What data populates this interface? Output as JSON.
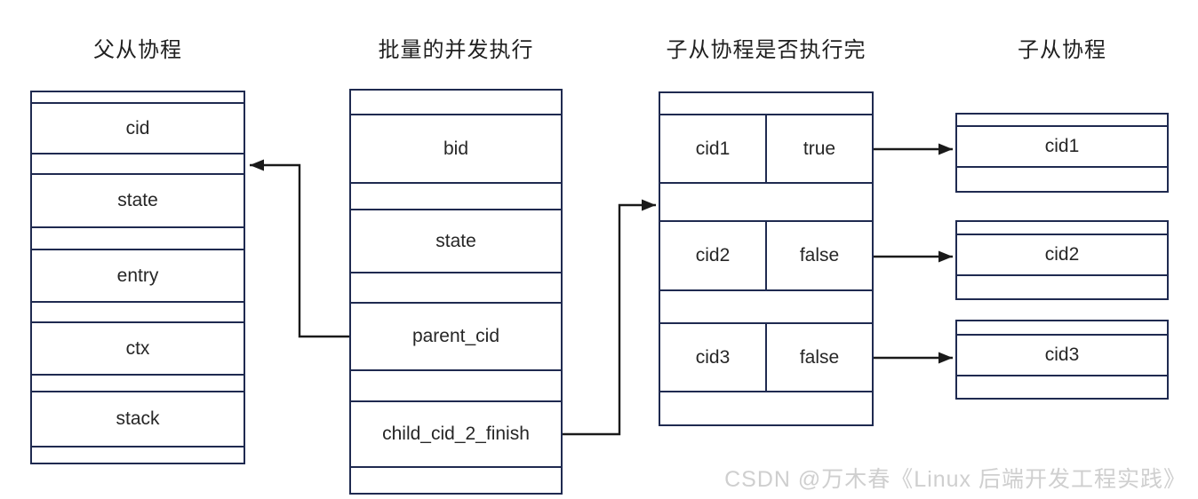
{
  "parent_table": {
    "title": "父从协程",
    "fields": [
      "cid",
      "state",
      "entry",
      "ctx",
      "stack"
    ]
  },
  "batch_table": {
    "title": "批量的并发执行",
    "fields": [
      "bid",
      "state",
      "parent_cid",
      "child_cid_2_finish"
    ]
  },
  "finish_table": {
    "title": "子从协程是否执行完",
    "rows": [
      {
        "cid": "cid1",
        "finished": "true"
      },
      {
        "cid": "cid2",
        "finished": "false"
      },
      {
        "cid": "cid3",
        "finished": "false"
      }
    ]
  },
  "child_boxes": {
    "title": "子从协程",
    "items": [
      "cid1",
      "cid2",
      "cid3"
    ]
  },
  "watermark": "CSDN @万木春《Linux 后端开发工程实践》",
  "colors": {
    "border": "#1f2a50",
    "arrow": "#1a1a1a",
    "text": "#262626",
    "watermark": "#cfcfcf",
    "background": "#ffffff"
  }
}
